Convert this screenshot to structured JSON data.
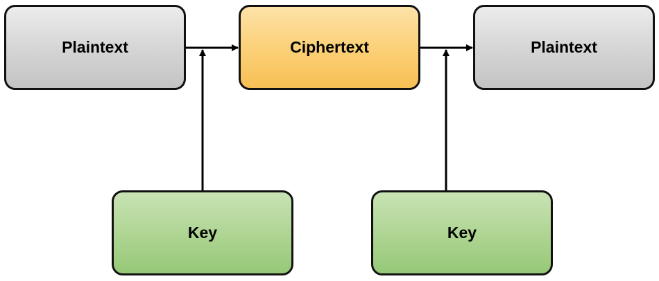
{
  "diagram": {
    "nodes": {
      "plaintext_left": {
        "label": "Plaintext",
        "color": "#d4d4d4"
      },
      "ciphertext": {
        "label": "Ciphertext",
        "color": "#fbcf75"
      },
      "plaintext_right": {
        "label": "Plaintext",
        "color": "#d4d4d4"
      },
      "key_left": {
        "label": "Key",
        "color": "#add491"
      },
      "key_right": {
        "label": "Key",
        "color": "#add491"
      }
    },
    "edges": [
      {
        "from": "plaintext_left",
        "to": "ciphertext"
      },
      {
        "from": "key_left",
        "to": "ciphertext"
      },
      {
        "from": "ciphertext",
        "to": "plaintext_right"
      },
      {
        "from": "key_right",
        "to": "plaintext_right"
      }
    ]
  }
}
